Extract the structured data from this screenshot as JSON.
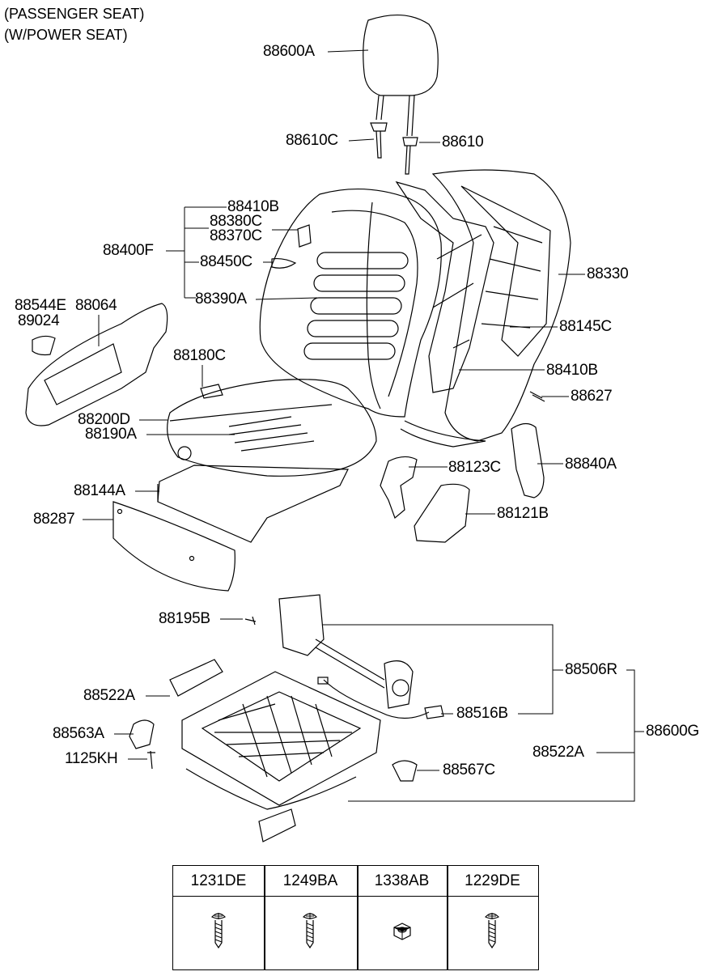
{
  "header": {
    "line1": "(PASSENGER SEAT)",
    "line2": "(W/POWER SEAT)"
  },
  "labels": {
    "p88600A": "88600A",
    "p88610C": "88610C",
    "p88610": "88610",
    "p88410B_top": "88410B",
    "p88380C": "88380C",
    "p88370C": "88370C",
    "p88400F": "88400F",
    "p88450C": "88450C",
    "p88390A": "88390A",
    "p88330": "88330",
    "p88544E": "88544E",
    "p88064": "88064",
    "p89024": "89024",
    "p88145C": "88145C",
    "p88410B_side": "88410B",
    "p88180C": "88180C",
    "p88627": "88627",
    "p88200D": "88200D",
    "p88190A": "88190A",
    "p88123C": "88123C",
    "p88840A": "88840A",
    "p88144A": "88144A",
    "p88287": "88287",
    "p88121B": "88121B",
    "p88195B": "88195B",
    "p88506R": "88506R",
    "p88522A_left": "88522A",
    "p88516B": "88516B",
    "p88600G": "88600G",
    "p88563A": "88563A",
    "p88522A_right": "88522A",
    "p1125KH": "1125KH",
    "p88567C": "88567C"
  },
  "fasteners": [
    {
      "code": "1231DE",
      "icon": "screw-icon"
    },
    {
      "code": "1249BA",
      "icon": "screw-icon"
    },
    {
      "code": "1338AB",
      "icon": "nut-icon"
    },
    {
      "code": "1229DE",
      "icon": "screw-icon"
    }
  ]
}
